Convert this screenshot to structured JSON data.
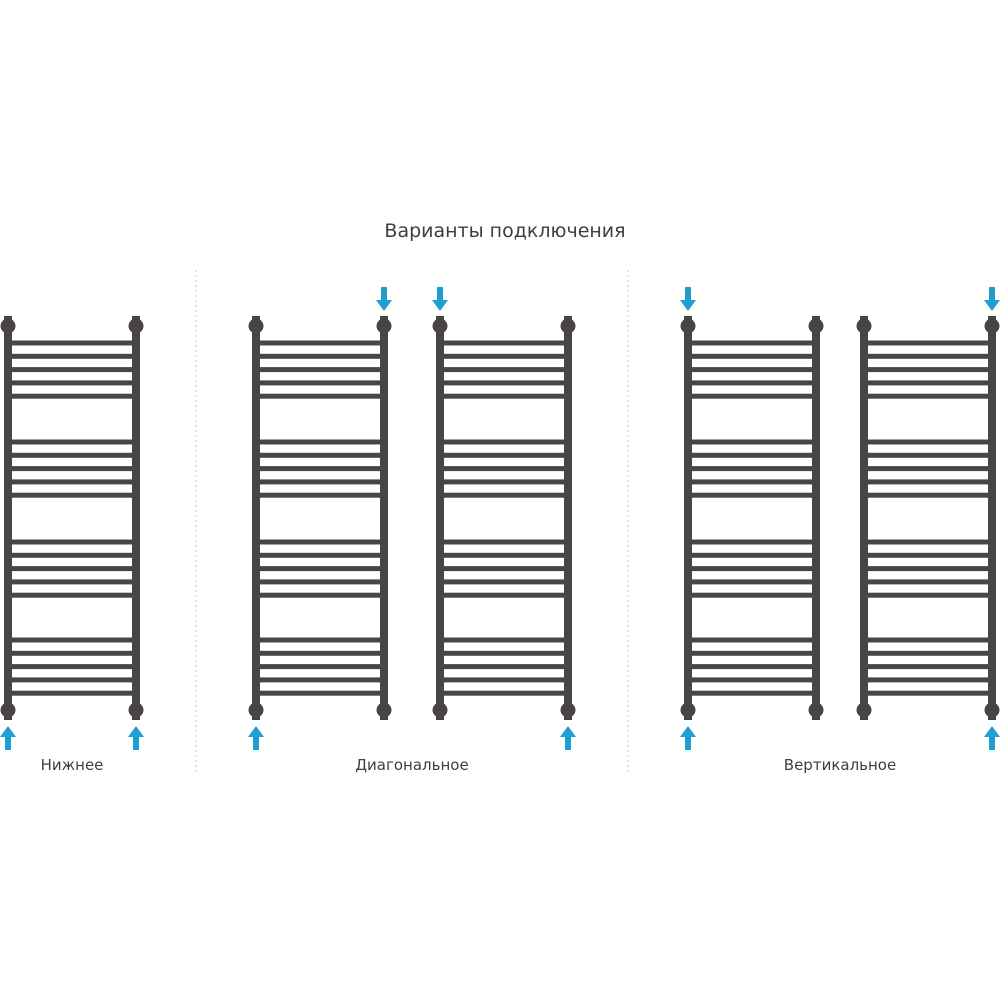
{
  "title": "Варианты подключения",
  "groups": [
    {
      "label": "Нижнее",
      "radiators": [
        {
          "inlets_top": [],
          "inlets_bottom": [
            "left",
            "right"
          ]
        }
      ]
    },
    {
      "label": "Диагональное",
      "radiators": [
        {
          "inlets_top": [
            "right"
          ],
          "inlets_bottom": [
            "left"
          ]
        },
        {
          "inlets_top": [
            "left"
          ],
          "inlets_bottom": [
            "right"
          ]
        }
      ]
    },
    {
      "label": "Вертикальное",
      "radiators": [
        {
          "inlets_top": [
            "left"
          ],
          "inlets_bottom": [
            "left"
          ]
        },
        {
          "inlets_top": [
            "right"
          ],
          "inlets_bottom": [
            "right"
          ]
        }
      ]
    }
  ],
  "colors": {
    "rail": "#4a4545",
    "arrow": "#1d9fd1",
    "divider": "#c8c8c8"
  }
}
